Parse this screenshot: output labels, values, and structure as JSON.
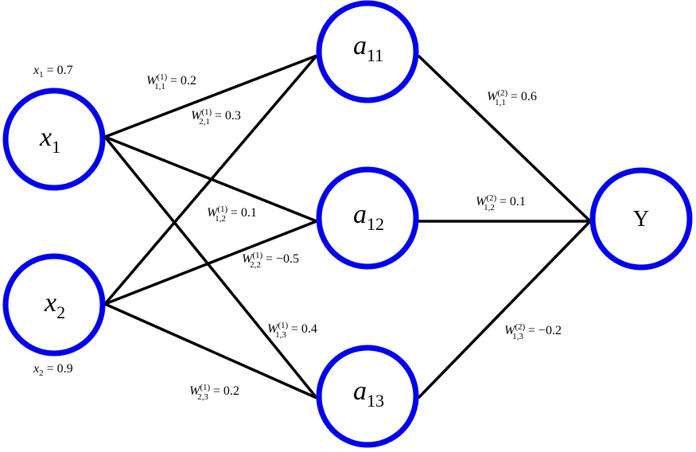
{
  "colors": {
    "node_stroke": "#0000ee",
    "edge": "#000000"
  },
  "nodes": {
    "x1": {
      "symbol": "x",
      "sub": "1"
    },
    "x2": {
      "symbol": "x",
      "sub": "2"
    },
    "a11": {
      "symbol": "a",
      "sub": "11"
    },
    "a12": {
      "symbol": "a",
      "sub": "12"
    },
    "a13": {
      "symbol": "a",
      "sub": "13"
    },
    "y": {
      "label": "Y"
    }
  },
  "inputs": {
    "x1": {
      "symbol": "x",
      "sub": "1",
      "value": "= 0.7"
    },
    "x2": {
      "symbol": "x",
      "sub": "2",
      "value": "= 0.9"
    }
  },
  "weights": {
    "w11_1": {
      "symbol": "W",
      "sup": "(1)",
      "sub": "1,1",
      "value": "= 0.2"
    },
    "w21_1": {
      "symbol": "W",
      "sup": "(1)",
      "sub": "2,1",
      "value": "= 0.3"
    },
    "w12_1": {
      "symbol": "W",
      "sup": "(1)",
      "sub": "1,2",
      "value": "= 0.1"
    },
    "w22_1": {
      "symbol": "W",
      "sup": "(1)",
      "sub": "2,2",
      "value": "= −0.5"
    },
    "w13_1": {
      "symbol": "W",
      "sup": "(1)",
      "sub": "1,3",
      "value": "= 0.4"
    },
    "w23_1": {
      "symbol": "W",
      "sup": "(1)",
      "sub": "2,3",
      "value": "= 0.2"
    },
    "w11_2": {
      "symbol": "W",
      "sup": "(2)",
      "sub": "1,1",
      "value": "= 0.6"
    },
    "w12_2": {
      "symbol": "W",
      "sup": "(2)",
      "sub": "1,2",
      "value": "= 0.1"
    },
    "w13_2": {
      "symbol": "W",
      "sup": "(2)",
      "sub": "1,3",
      "value": "= −0.2"
    }
  }
}
